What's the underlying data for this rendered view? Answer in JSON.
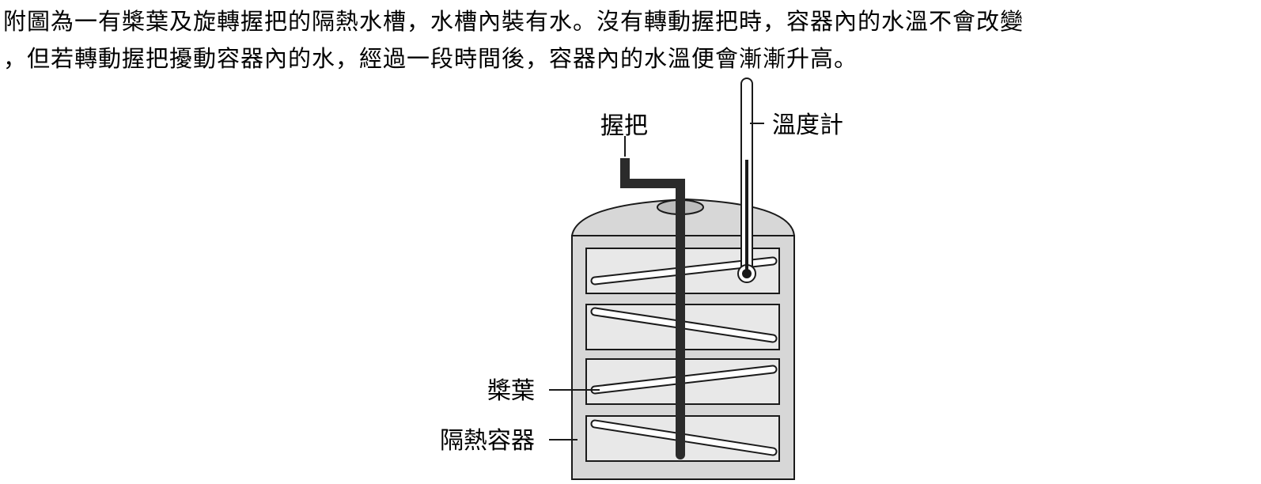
{
  "question": {
    "line1": "附圖為一有槳葉及旋轉握把的隔熱水槽，水槽內裝有水。沒有轉動握把時，容器內的水溫不會改變",
    "line2": "，但若轉動握把擾動容器內的水，經過一段時間後，容器內的水溫便會漸漸升高。"
  },
  "diagram": {
    "labels": {
      "handle": "握把",
      "thermometer": "溫度計",
      "paddle": "槳葉",
      "container": "隔熱容器"
    },
    "colors": {
      "container_fill": "#d7d7d7",
      "chamber_fill": "#e8e8e8",
      "shaft": "#2b2b2b",
      "outline": "#1a1a1a",
      "thermometer_fill": "#ffffff"
    }
  }
}
